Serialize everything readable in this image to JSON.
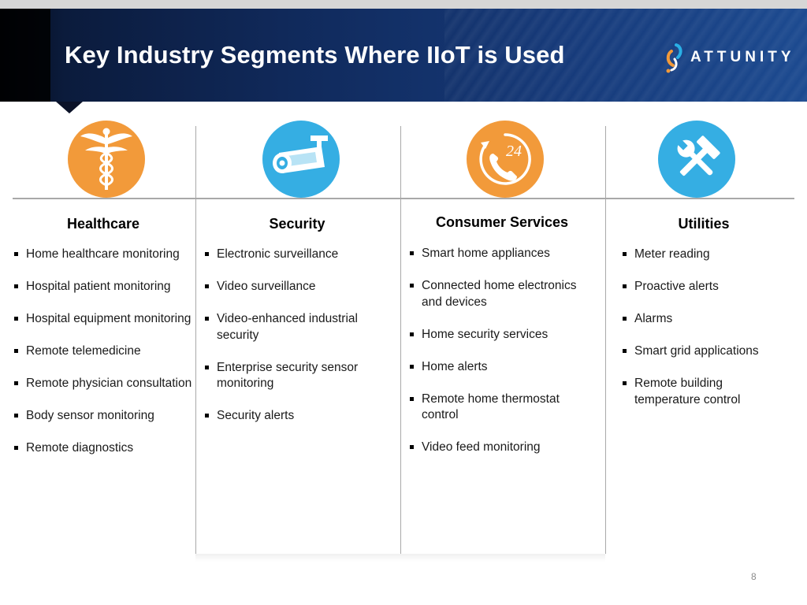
{
  "slide": {
    "title": "Key Industry Segments Where IIoT is Used",
    "brand": "ATTUNITY",
    "page_number": "8"
  },
  "colors": {
    "orange_icon": "#f29a3a",
    "blue_icon": "#35aee3",
    "header_dark": "#0b1b3c",
    "header_blue": "#1c4a90"
  },
  "columns": [
    {
      "heading": "Healthcare",
      "icon": "caduceus-icon",
      "icon_color": "orange",
      "items": [
        "Home healthcare monitoring",
        "Hospital patient monitoring",
        "Hospital equipment monitoring",
        "Remote telemedicine",
        "Remote physician consultation",
        "Body sensor monitoring",
        "Remote diagnostics"
      ]
    },
    {
      "heading": "Security",
      "icon": "security-camera-icon",
      "icon_color": "blue",
      "items": [
        "Electronic surveillance",
        "Video surveillance",
        "Video-enhanced industrial security",
        "Enterprise security sensor monitoring",
        "Security alerts"
      ]
    },
    {
      "heading": "Consumer Services",
      "icon": "phone-24-icon",
      "icon_label": "24",
      "icon_color": "orange",
      "items": [
        "Smart home appliances",
        "Connected home electronics and devices",
        "Home security services",
        "Home alerts",
        "Remote home thermostat control",
        "Video feed monitoring"
      ]
    },
    {
      "heading": "Utilities",
      "icon": "wrench-hammer-icon",
      "icon_color": "blue",
      "items": [
        "Meter reading",
        "Proactive alerts",
        "Alarms",
        "Smart grid applications",
        "Remote building temperature control"
      ]
    }
  ]
}
